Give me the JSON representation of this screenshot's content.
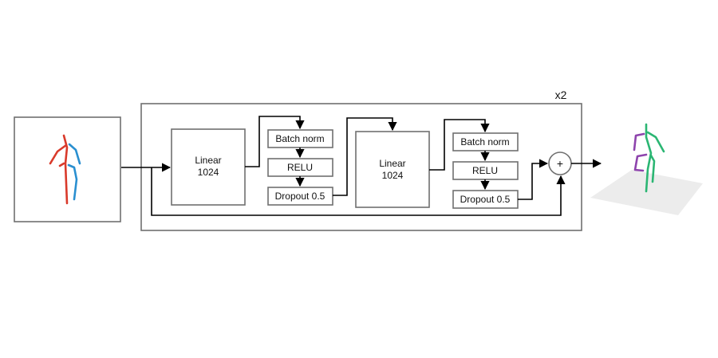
{
  "repeat_label": "x2",
  "linear_1": {
    "line1": "Linear",
    "line2": "1024"
  },
  "linear_2": {
    "line1": "Linear",
    "line2": "1024"
  },
  "block_1": {
    "batch_norm": "Batch norm",
    "relu": "RELU",
    "dropout": "Dropout 0.5"
  },
  "block_2": {
    "batch_norm": "Batch norm",
    "relu": "RELU",
    "dropout": "Dropout 0.5"
  },
  "sum_symbol": "+",
  "colors": {
    "skeleton_2d_right": "#d93a2b",
    "skeleton_2d_left": "#2a8fd0",
    "skeleton_3d_right": "#2bb673",
    "skeleton_3d_left": "#8e44ad",
    "ground_plane": "#e9e9e9"
  }
}
